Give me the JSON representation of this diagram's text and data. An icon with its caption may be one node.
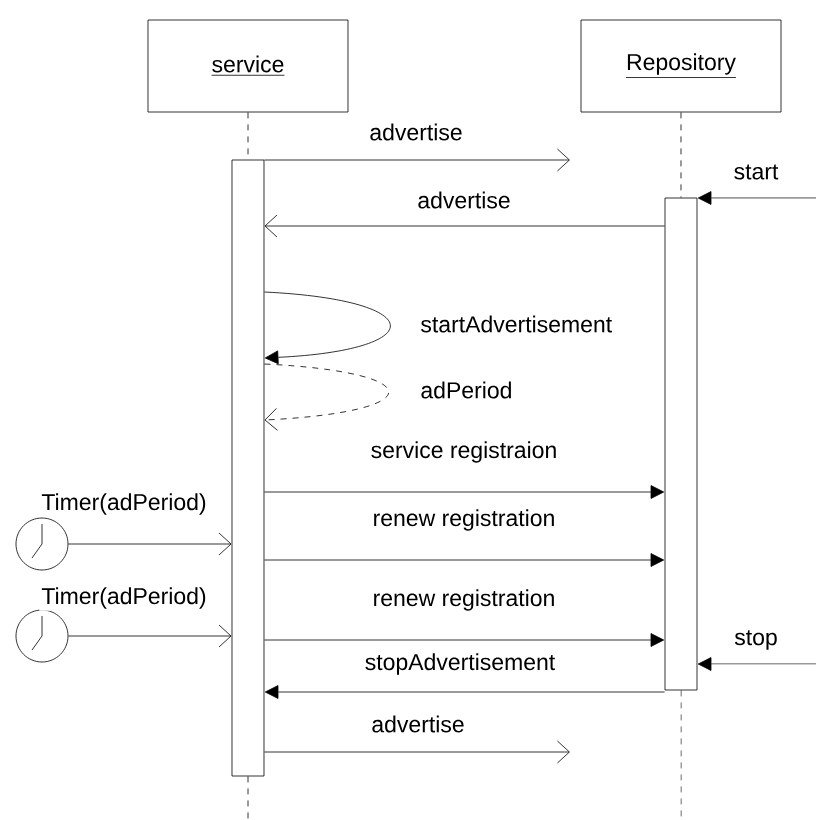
{
  "diagram": {
    "nodes": [
      {
        "text": [
          "service"
        ]
      },
      {
        "text": [
          "Repository"
        ]
      },
      {
        "text": [],
        "shape": "bar"
      },
      {
        "text": [],
        "shape": "bar"
      },
      {
        "text": [],
        "shape": "clock"
      },
      {
        "text": [],
        "shape": "clock"
      }
    ],
    "edges": [
      {
        "from": 0,
        "to": 2,
        "arrow": "none",
        "style": "dashed"
      },
      {
        "from": 1,
        "to": 3,
        "arrow": "none",
        "style": "dashed"
      },
      {
        "from": 2,
        "to": null,
        "arrow": "to",
        "label": "advertise"
      },
      {
        "from": null,
        "to": 3,
        "arrow": "to",
        "label": "start"
      },
      {
        "from": 3,
        "to": 2,
        "arrow": "to",
        "label": "advertise"
      },
      {
        "from": 2,
        "to": 2,
        "arrow": "to",
        "label": "startAdvertisement"
      },
      {
        "from": 2,
        "to": 2,
        "arrow": "to",
        "label": "adPeriod",
        "style": "dashed"
      },
      {
        "from": 2,
        "to": 3,
        "arrow": "to",
        "label": "service registraion"
      },
      {
        "from": 4,
        "to": 2,
        "arrow": "to",
        "label": "Timer(adPeriod)"
      },
      {
        "from": 2,
        "to": 3,
        "arrow": "to",
        "label": "renew registration"
      },
      {
        "from": 5,
        "to": 2,
        "arrow": "to",
        "label": "Timer(adPeriod)"
      },
      {
        "from": 2,
        "to": 3,
        "arrow": "to",
        "label": "renew registration"
      },
      {
        "from": null,
        "to": 3,
        "arrow": "to",
        "label": "stop"
      },
      {
        "from": 3,
        "to": 2,
        "arrow": "to",
        "label": "stopAdvertisement"
      },
      {
        "from": 2,
        "to": null,
        "arrow": "to",
        "label": "advertise"
      }
    ]
  }
}
